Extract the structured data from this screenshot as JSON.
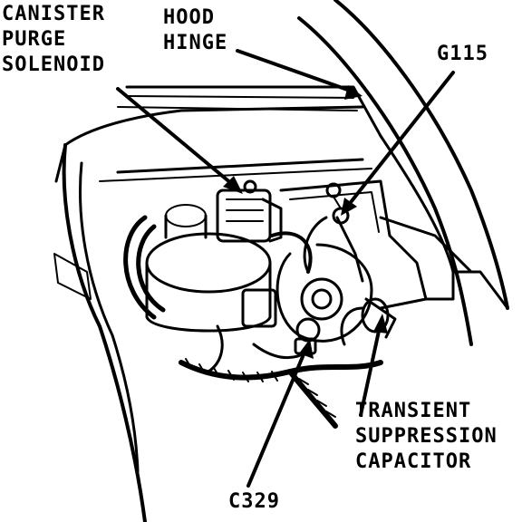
{
  "labels": {
    "canister_purge_solenoid": "CANISTER\nPURGE\nSOLENOID",
    "hood_hinge": "HOOD\nHINGE",
    "g115": "G115",
    "transient_suppression_capacitor": "TRANSIENT\nSUPPRESSION\nCAPACITOR",
    "c329": "C329"
  },
  "colors": {
    "ink": "#000000",
    "paper": "#ffffff"
  }
}
